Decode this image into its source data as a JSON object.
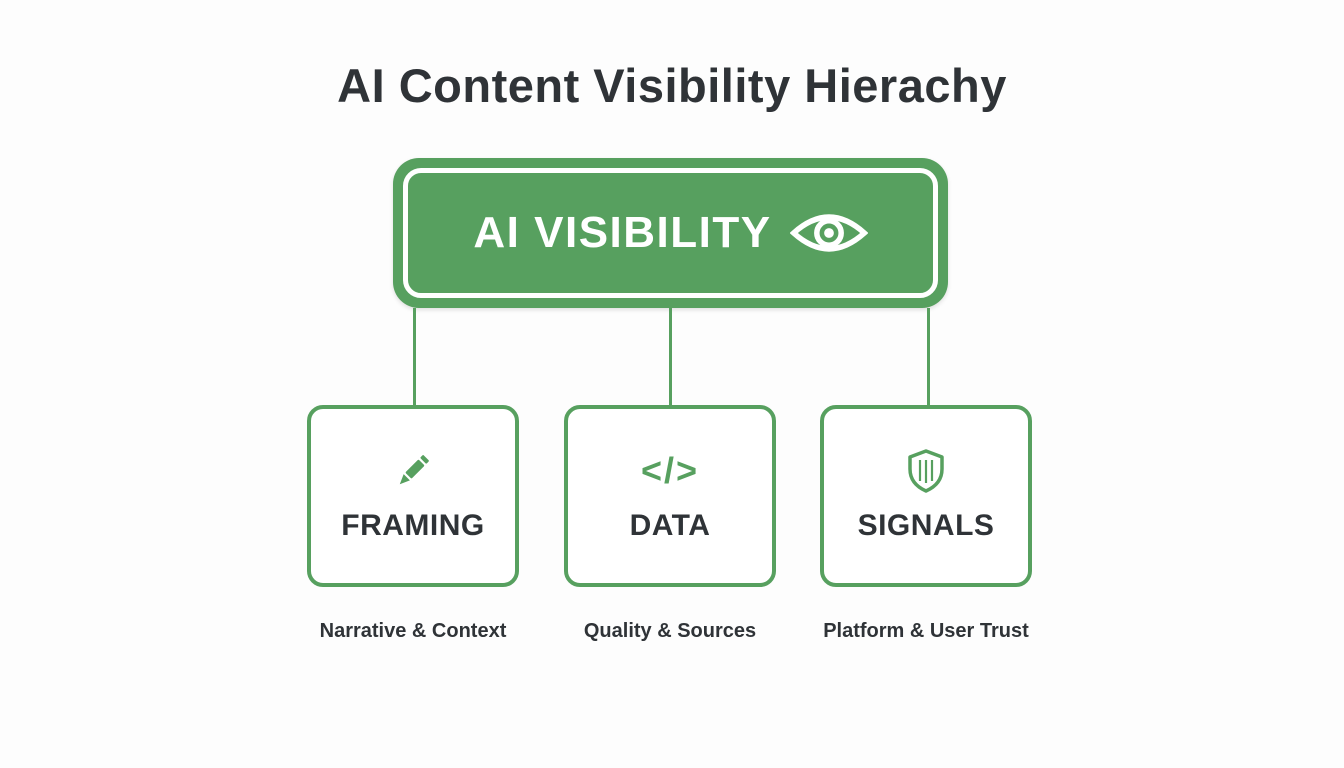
{
  "title": "AI Content Visibility Hierachy",
  "colors": {
    "green": "#57a05f",
    "dark_text": "#2f3337",
    "white": "#ffffff",
    "background": "#fdfdfd"
  },
  "root": {
    "label": "AI VISIBILITY",
    "icon": "eye-icon"
  },
  "nodes": [
    {
      "label": "FRAMING",
      "icon": "pencil-icon",
      "caption": "Narrative & Context"
    },
    {
      "label": "DATA",
      "icon": "code-icon",
      "glyph": "</>",
      "caption": "Quality & Sources"
    },
    {
      "label": "SIGNALS",
      "icon": "shield-icon",
      "caption": "Platform & User Trust"
    }
  ]
}
